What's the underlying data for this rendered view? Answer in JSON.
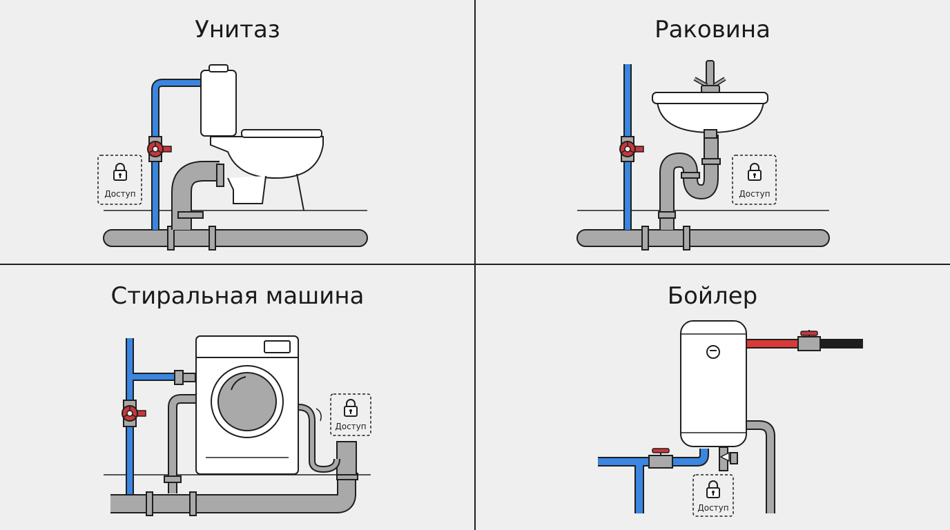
{
  "panels": {
    "toilet": {
      "title": "Унитаз",
      "access_label": "Доступ"
    },
    "sink": {
      "title": "Раковина",
      "access_label": "Доступ"
    },
    "washer": {
      "title": "Стиральная машина",
      "access_label": "Доступ"
    },
    "boiler": {
      "title": "Бойлер",
      "access_label": "Доступ"
    }
  },
  "colors": {
    "background": "#efefef",
    "cold_water": "#3a86e0",
    "hot_water": "#d83a3a",
    "drain_pipe": "#a9a9a9",
    "valve_handle": "#c8373b",
    "outline": "#1e1e1e"
  },
  "icons": [
    "lock-icon",
    "valve-icon",
    "toilet-icon",
    "sink-icon",
    "washing-machine-icon",
    "boiler-icon"
  ]
}
